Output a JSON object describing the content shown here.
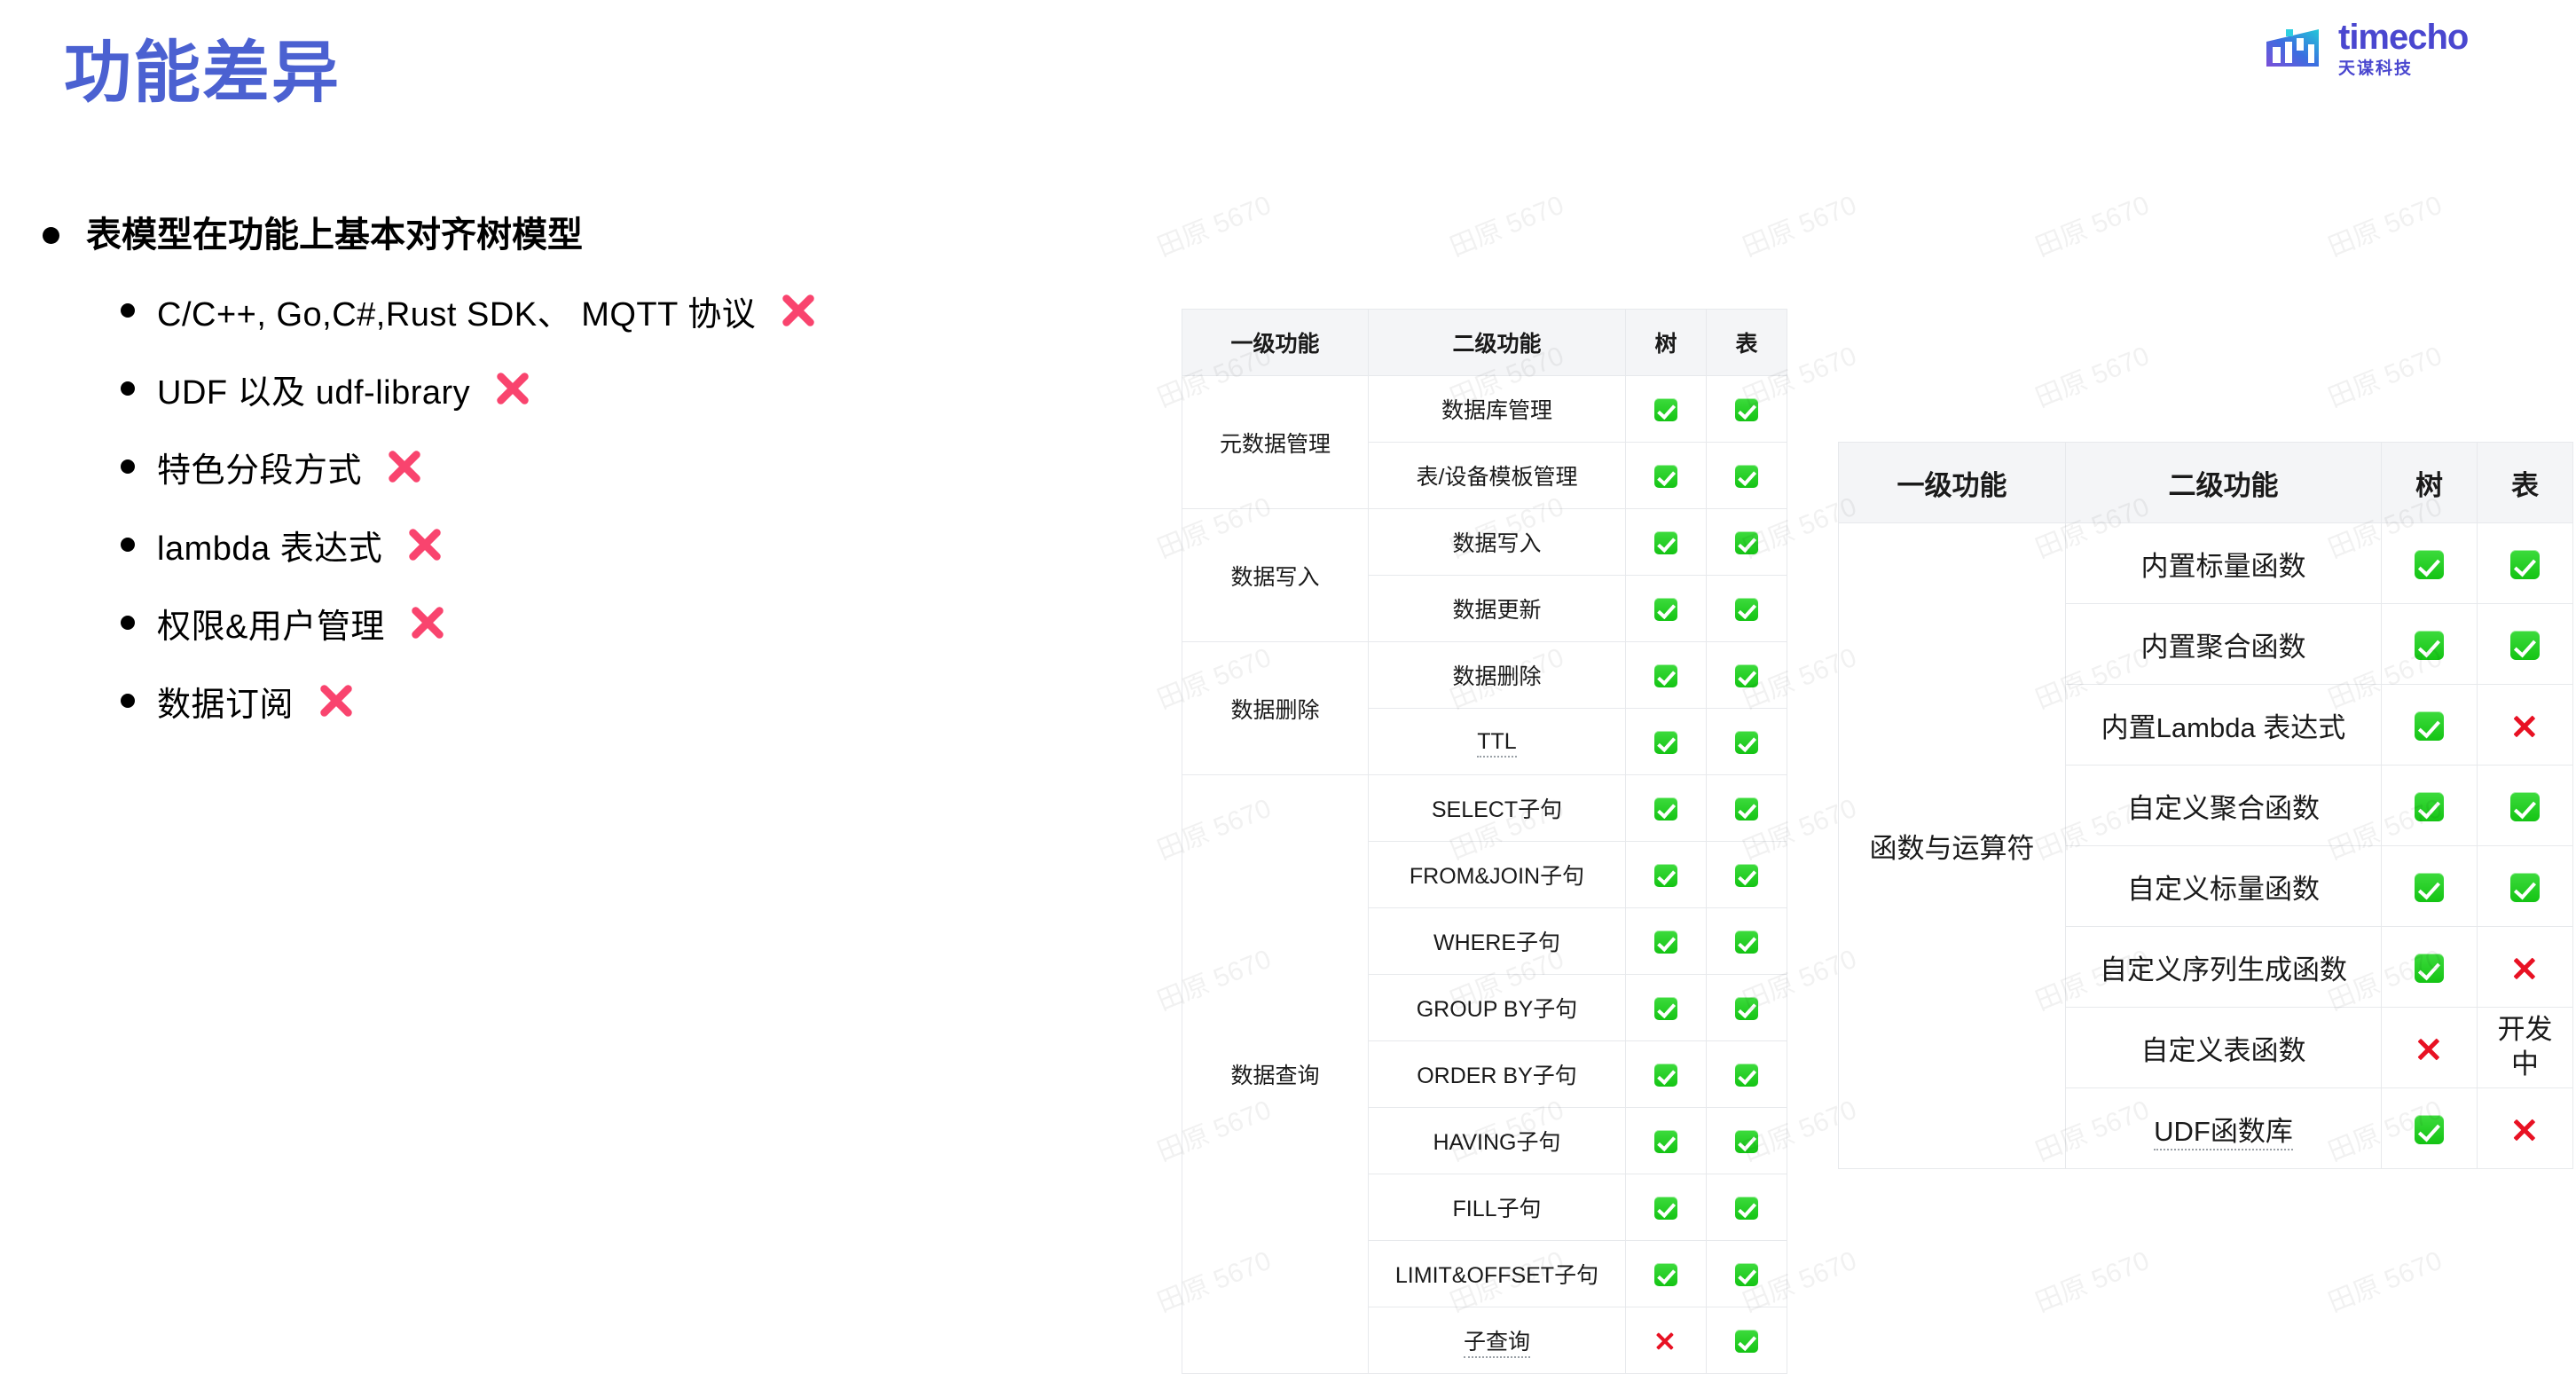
{
  "header": {
    "title": "功能差异",
    "title_color": "#4b61d1",
    "logo": {
      "wordmark_en": "timecho",
      "wordmark_cn": "天谋科技",
      "icon": "bar-chart-logo-icon",
      "color": "#4a47cf"
    }
  },
  "bullets": {
    "main": "表模型在功能上基本对齐树模型",
    "items": [
      {
        "text": "C/C++, Go,C#,Rust SDK、 MQTT 协议",
        "mark": "cross"
      },
      {
        "text": "UDF 以及 udf-library",
        "mark": "cross"
      },
      {
        "text": "特色分段方式",
        "mark": "cross"
      },
      {
        "text": "lambda 表达式",
        "mark": "cross"
      },
      {
        "text": "权限&用户管理",
        "mark": "cross"
      },
      {
        "text": "数据订阅",
        "mark": "cross"
      }
    ],
    "cross_color": "#f9446e"
  },
  "table1": {
    "headers": [
      "一级功能",
      "二级功能",
      "树",
      "表"
    ],
    "rows": [
      {
        "group": "元数据管理",
        "group_span": 2,
        "feature": "数据库管理",
        "tree": "check",
        "table": "check"
      },
      {
        "group": null,
        "feature": "表/设备模板管理",
        "tree": "check",
        "table": "check"
      },
      {
        "group": "数据写入",
        "group_span": 2,
        "feature": "数据写入",
        "tree": "check",
        "table": "check"
      },
      {
        "group": null,
        "feature": "数据更新",
        "tree": "check",
        "table": "check"
      },
      {
        "group": "数据删除",
        "group_span": 2,
        "feature": "数据删除",
        "tree": "check",
        "table": "check"
      },
      {
        "group": null,
        "feature": "TTL",
        "feature_dotted": true,
        "tree": "check",
        "table": "check"
      },
      {
        "group": "数据查询",
        "group_span": 9,
        "feature": "SELECT子句",
        "tree": "check",
        "table": "check"
      },
      {
        "group": null,
        "feature": "FROM&JOIN子句",
        "tree": "check",
        "table": "check"
      },
      {
        "group": null,
        "feature": "WHERE子句",
        "tree": "check",
        "table": "check"
      },
      {
        "group": null,
        "feature": "GROUP BY子句",
        "tree": "check",
        "table": "check"
      },
      {
        "group": null,
        "feature": "ORDER BY子句",
        "tree": "check",
        "table": "check"
      },
      {
        "group": null,
        "feature": "HAVING子句",
        "tree": "check",
        "table": "check"
      },
      {
        "group": null,
        "feature": "FILL子句",
        "tree": "check",
        "table": "check"
      },
      {
        "group": null,
        "feature": "LIMIT&OFFSET子句",
        "tree": "check",
        "table": "check"
      },
      {
        "group": null,
        "feature": "子查询",
        "feature_dotted": true,
        "tree": "cross",
        "table": "check"
      }
    ]
  },
  "table2": {
    "headers": [
      "一级功能",
      "二级功能",
      "树",
      "表"
    ],
    "rows": [
      {
        "group": "函数与运算符",
        "group_span": 8,
        "feature": "内置标量函数",
        "tree": "check",
        "table": "check"
      },
      {
        "group": null,
        "feature": "内置聚合函数",
        "tree": "check",
        "table": "check"
      },
      {
        "group": null,
        "feature": "内置Lambda 表达式",
        "tree": "check",
        "table": "cross"
      },
      {
        "group": null,
        "feature": "自定义聚合函数",
        "tree": "check",
        "table": "check"
      },
      {
        "group": null,
        "feature": "自定义标量函数",
        "tree": "check",
        "table": "check"
      },
      {
        "group": null,
        "feature": "自定义序列生成函数",
        "tree": "check",
        "table": "cross"
      },
      {
        "group": null,
        "feature": "自定义表函数",
        "tree": "cross",
        "table": "开发中"
      },
      {
        "group": null,
        "feature": "UDF函数库",
        "feature_dotted": true,
        "tree": "check",
        "table": "cross"
      }
    ]
  },
  "watermark": {
    "text": "田原 5670"
  }
}
